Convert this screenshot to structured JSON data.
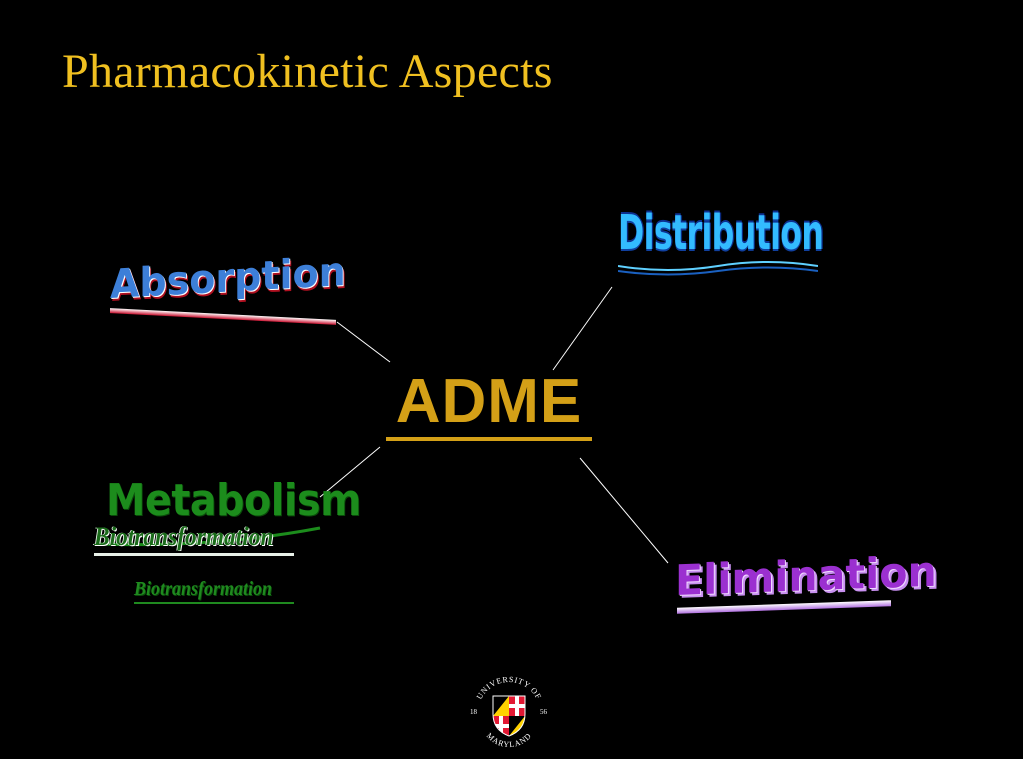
{
  "slide": {
    "title": "Pharmacokinetic Aspects",
    "center": "ADME",
    "nodes": {
      "absorption": "Absorption",
      "distribution": "Distribution",
      "metabolism": "Metabolism",
      "biotransformation_main": "Biotransformation",
      "biotransformation_small": "Biotransformation",
      "elimination": "Elimination"
    },
    "logo": {
      "top_text": "UNIVERSITY OF",
      "bottom_text": "MARYLAND",
      "year_left": "18",
      "year_right": "56"
    },
    "colors": {
      "title": "#f0c020",
      "center": "#d4a017",
      "absorption": "#3d7fd8",
      "distribution": "#33bbff",
      "metabolism": "#1c8c1c",
      "elimination": "#9b30d0",
      "connector": "#ffffff"
    }
  }
}
